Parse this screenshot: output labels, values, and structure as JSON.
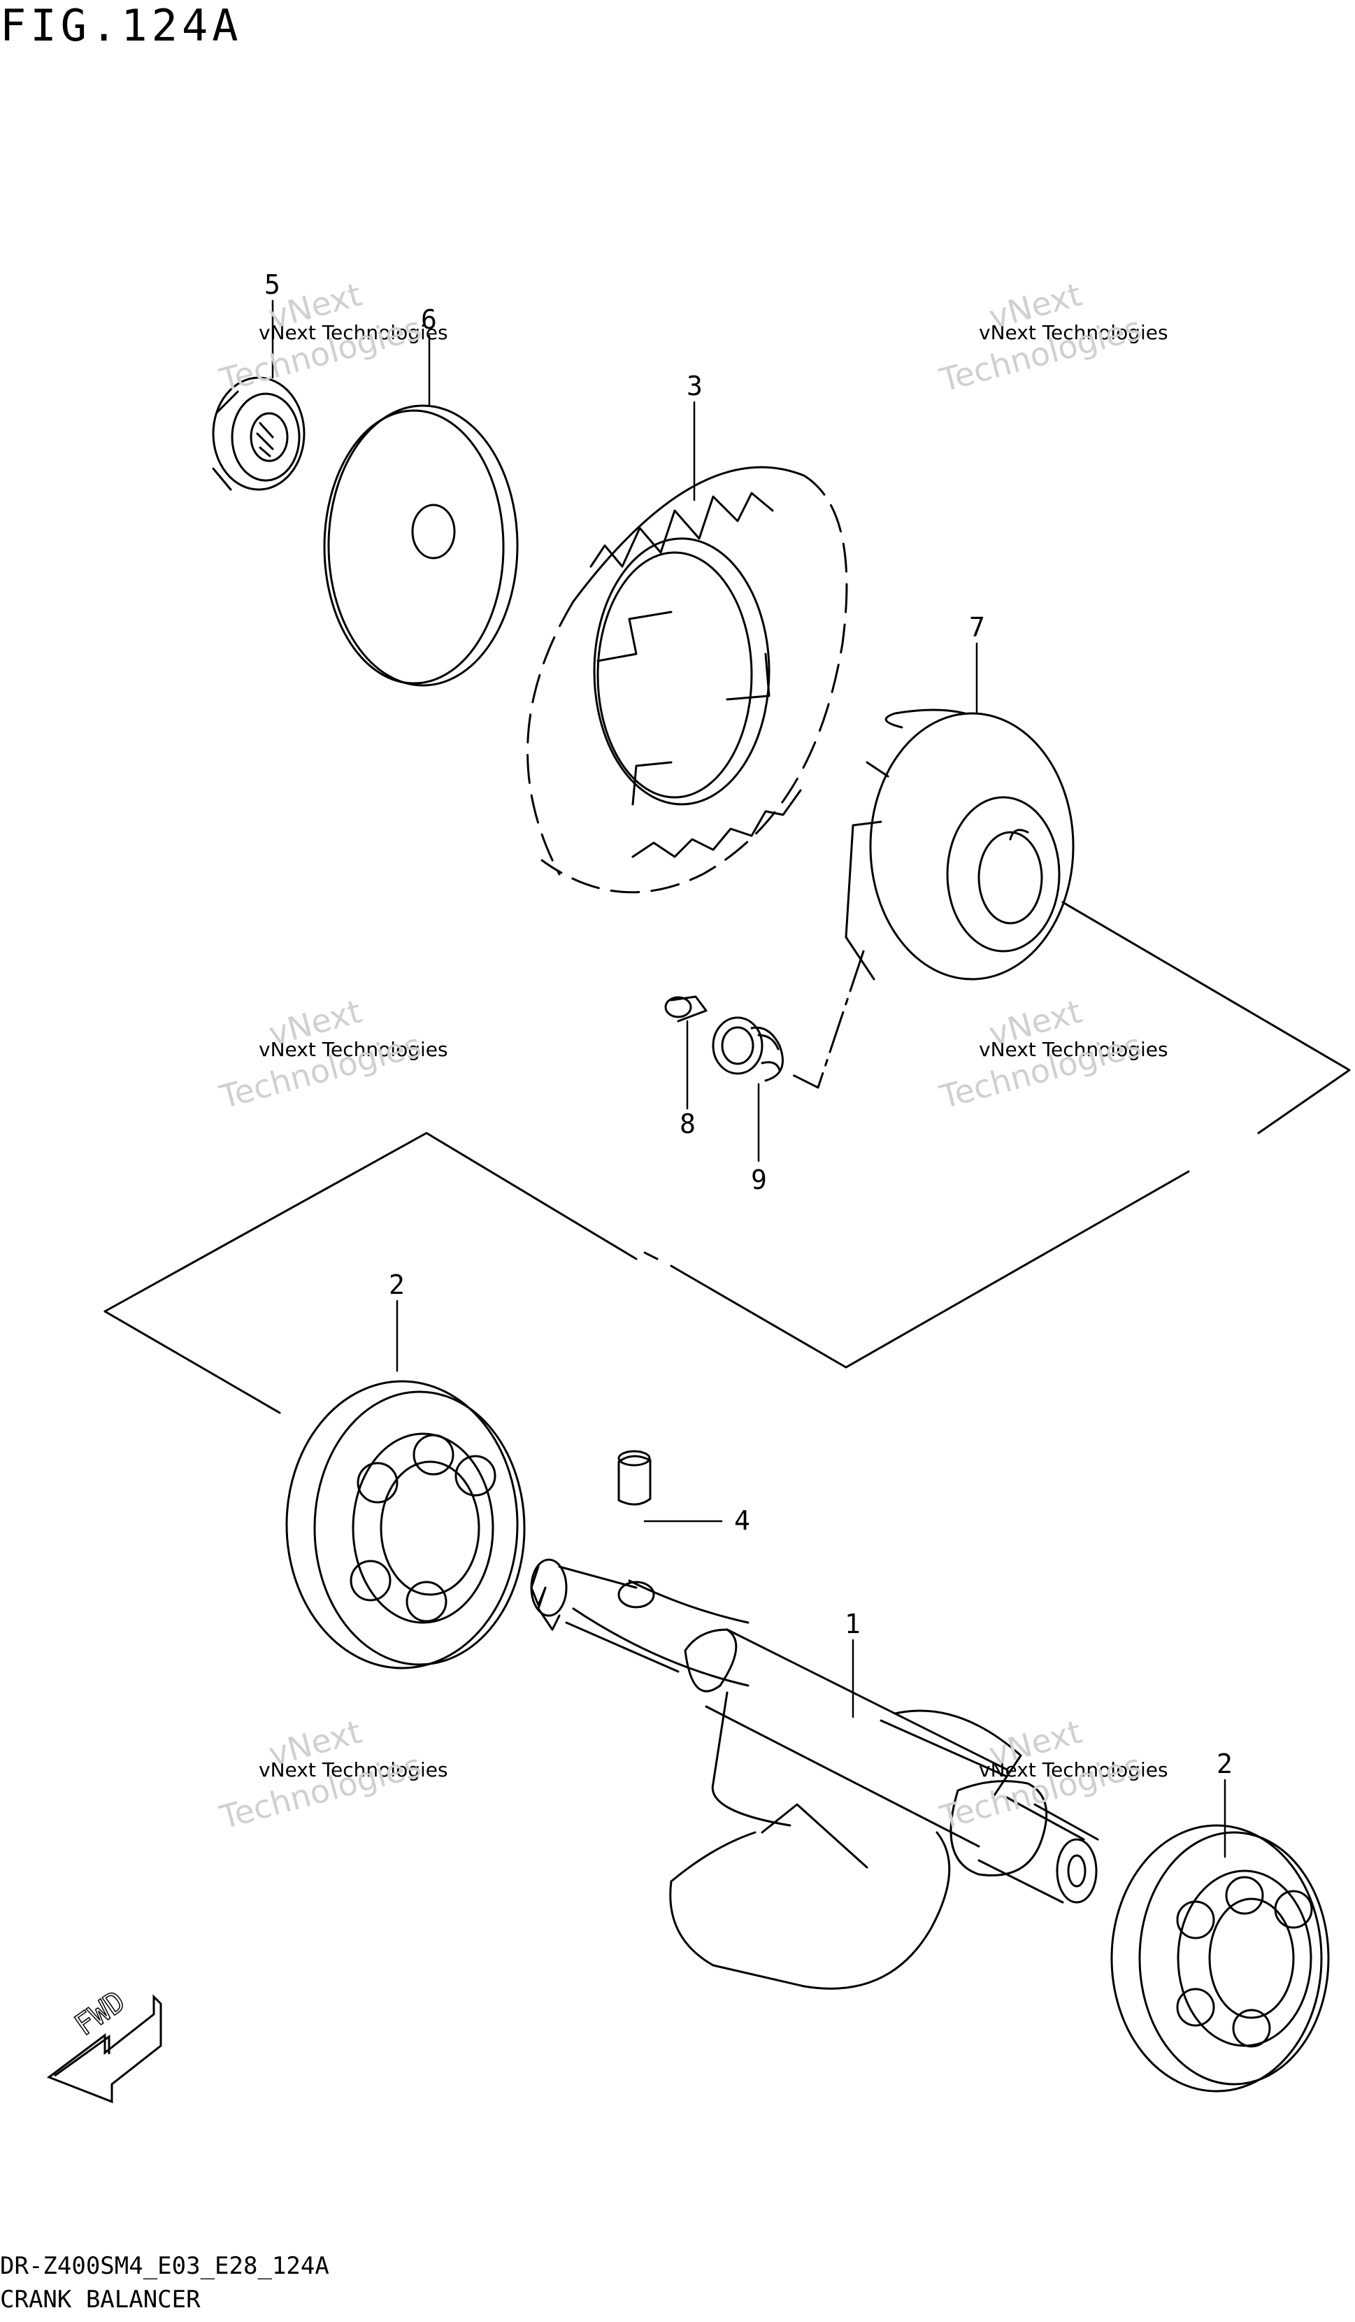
{
  "figure": {
    "title": "FIG.124A",
    "code": "DR-Z400SM4_E03_E28_124A",
    "description": "CRANK BALANCER"
  },
  "callouts": [
    "5",
    "6",
    "3",
    "7",
    "8",
    "9",
    "2",
    "4",
    "1",
    "2"
  ],
  "watermark": {
    "line1": "vNext Technologies",
    "big1": "vNext",
    "big2": "Technologies"
  },
  "fwd_label": "FWD",
  "colors": {
    "line": "#000000",
    "watermark": "#c8c8c8"
  }
}
